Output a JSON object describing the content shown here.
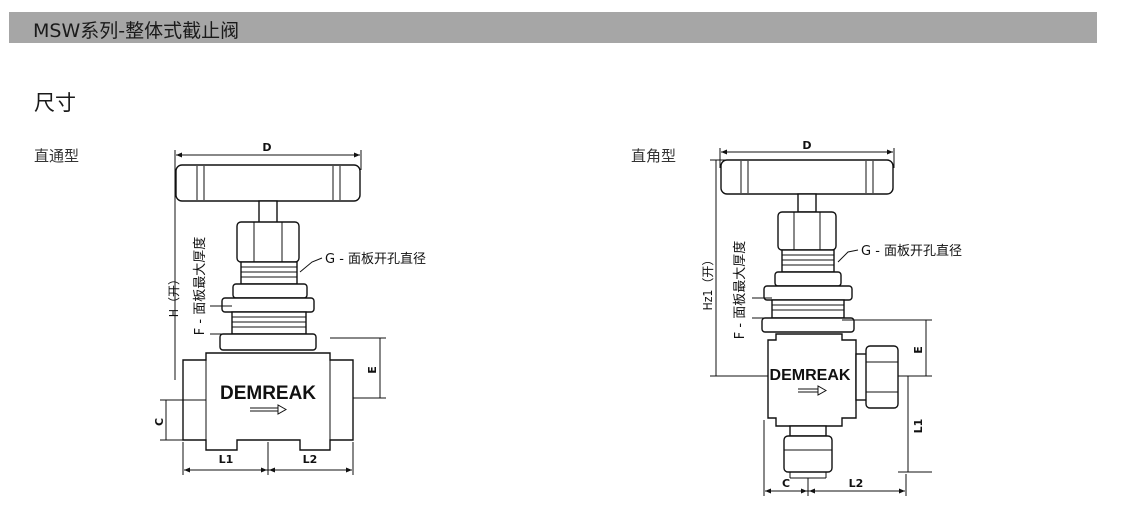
{
  "header": {
    "title": "MSW系列-整体式截止阀"
  },
  "section": {
    "heading": "尺寸"
  },
  "straight": {
    "label": "直通型",
    "brand": "DEMREAK",
    "dims": {
      "D": "D",
      "H": "H（开）",
      "F": "F - 面板最大厚度",
      "G": "G - 面板开孔直径",
      "E": "E",
      "C": "C",
      "L1": "L1",
      "L2": "L2"
    }
  },
  "angle": {
    "label": "直角型",
    "brand": "DEMREAK",
    "dims": {
      "D": "D",
      "Hz1": "Hz1（开）",
      "F": "F - 面板最大厚度",
      "G": "G - 面板开孔直径",
      "E": "E",
      "C": "C",
      "L1": "L1",
      "L2": "L2"
    }
  }
}
